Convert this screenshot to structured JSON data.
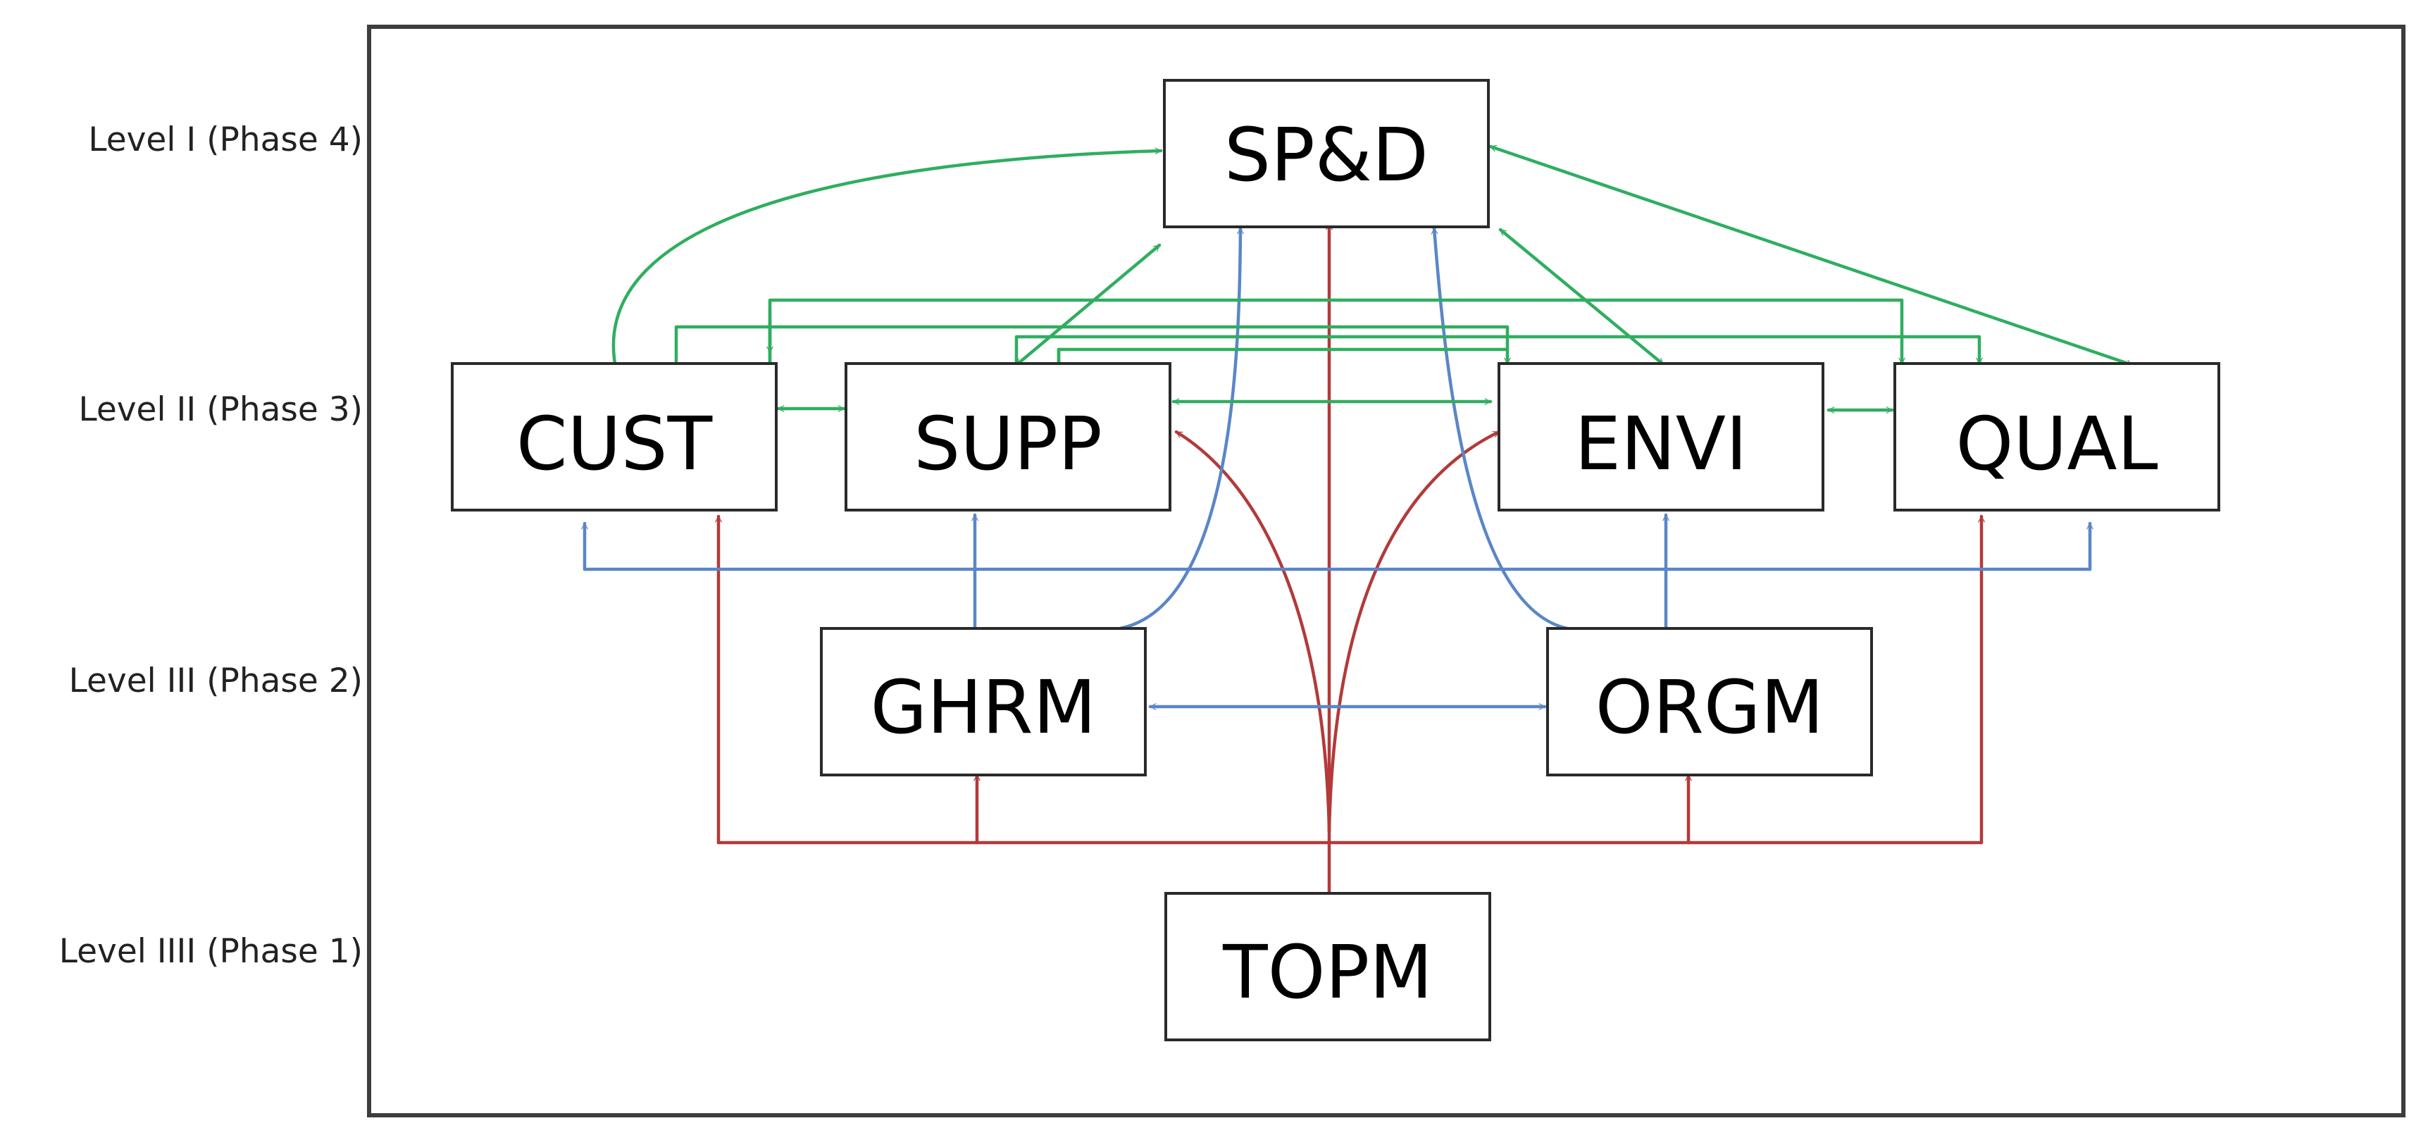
{
  "levels": [
    "Level I (Phase 4)",
    "Level II (Phase 3)",
    "Level III (Phase 2)",
    "Level IIII (Phase 1)"
  ],
  "nodes": {
    "spd": "SP&D",
    "cust": "CUST",
    "supp": "SUPP",
    "envi": "ENVI",
    "qual": "QUAL",
    "ghrm": "GHRM",
    "orgm": "ORGM",
    "topm": "TOPM"
  },
  "colors": {
    "green": "#2fae5f",
    "blue": "#5a86c8",
    "red": "#b23a3a",
    "border": "#2a2a2a"
  }
}
